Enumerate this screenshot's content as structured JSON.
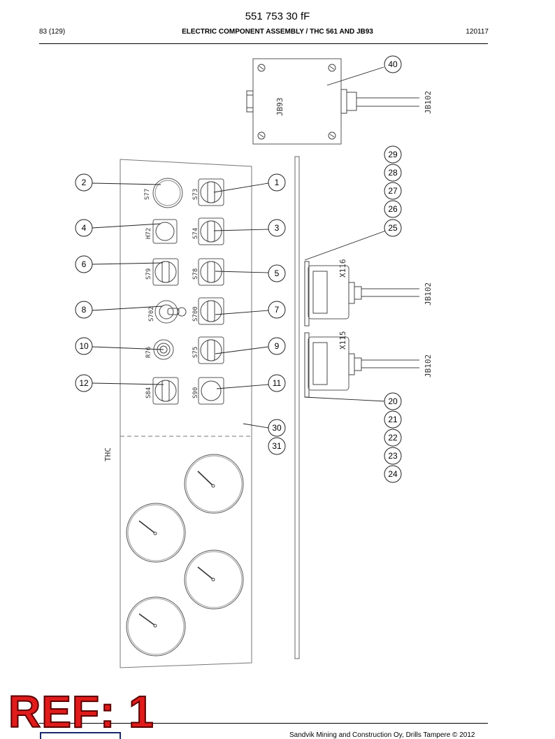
{
  "header": {
    "doc_number": "551 753 30 fF",
    "page": "83 (129)",
    "title": "ELECTRIC COMPONENT ASSEMBLY / THC 561 AND JB93",
    "date_code": "120117"
  },
  "drawing": {
    "box_labels": {
      "jb93": "JB93",
      "jb102_top": "JB102",
      "jb102_mid": "JB102",
      "jb102_bottom": "JB102",
      "x116": "X116",
      "x115": "X115",
      "thc": "THC"
    },
    "component_labels": {
      "s77": "S77",
      "s73": "S73",
      "h72": "H72",
      "s74": "S74",
      "s79": "S79",
      "s78": "S78",
      "s702": "S702",
      "s700": "S700",
      "r76": "R76",
      "s75": "S75",
      "s84": "S84",
      "s90": "S90"
    },
    "callouts": {
      "c40": "40",
      "c29": "29",
      "c28": "28",
      "c27": "27",
      "c26": "26",
      "c25": "25",
      "c1": "1",
      "c2": "2",
      "c3": "3",
      "c4": "4",
      "c5": "5",
      "c6": "6",
      "c7": "7",
      "c8": "8",
      "c9": "9",
      "c10": "10",
      "c11": "11",
      "c12": "12",
      "c20": "20",
      "c21": "21",
      "c22": "22",
      "c23": "23",
      "c24": "24",
      "c30": "30",
      "c31": "31"
    }
  },
  "stamp": {
    "text": "REF: 1"
  },
  "footer": {
    "text": "Sandvik Mining and Construction Oy, Drills Tampere © 2012"
  },
  "colors": {
    "stamp_fill": "#e01b1b",
    "logo": "#1a2a6e"
  }
}
